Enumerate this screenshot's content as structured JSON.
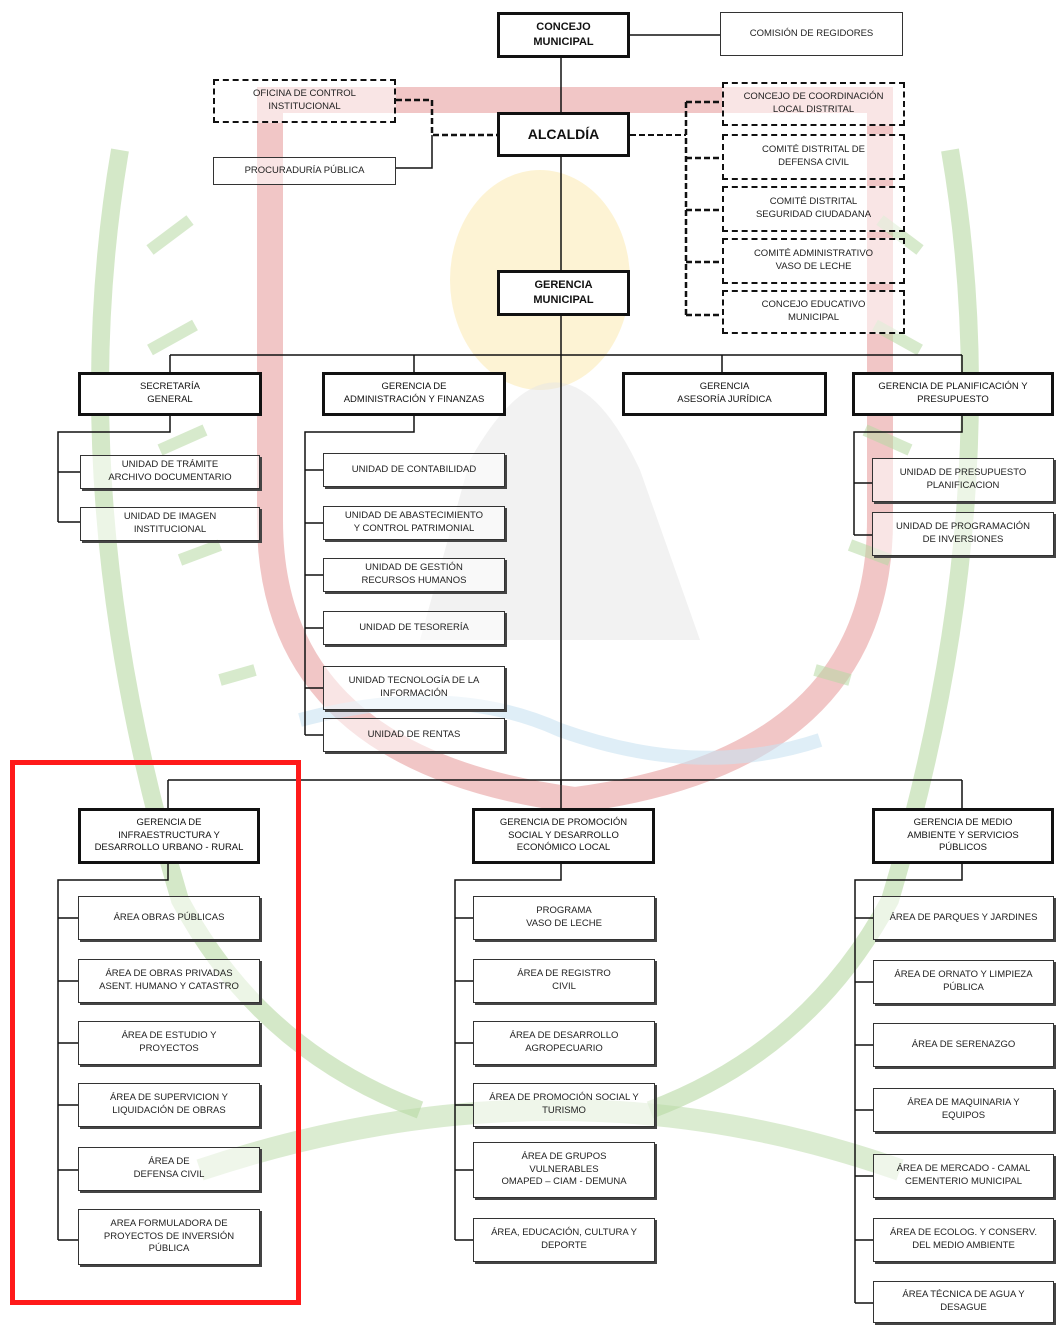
{
  "org_chart": {
    "top": {
      "concejo": "CONCEJO\nMUNICIPAL",
      "comision": "COMISIÓN DE REGIDORES",
      "control": "OFICINA DE CONTROL\nINSTITUCIONAL",
      "procuraduria": "PROCURADURÍA PÚBLICA",
      "alcaldia": "ALCALDÍA",
      "coordinacion": "CONCEJO DE COORDINACIÓN\nLOCAL DISTRITAL",
      "defensa": "COMITÉ DISTRITAL DE\nDEFENSA CIVIL",
      "seguridad": "COMITÉ DISTRITAL\nSEGURIDAD CIUDADANA",
      "vaso": "COMITÉ ADMINISTRATIVO\nVASO DE LECHE",
      "educativo": "CONCEJO EDUCATIVO\nMUNICIPAL",
      "gerencia_municipal": "GERENCIA\nMUNICIPAL"
    },
    "second_level": {
      "secretaria": "SECRETARÍA\nGENERAL",
      "admin": "GERENCIA DE\nADMINISTRACIÓN Y FINANZAS",
      "asesoria": "GERENCIA\nASESORÍA JURÍDICA",
      "planificacion": "GERENCIA DE PLANIFICACIÓN Y\nPRESUPUESTO"
    },
    "secretaria_units": [
      "UNIDAD DE TRÁMITE\nARCHIVO DOCUMENTARIO",
      "UNIDAD DE IMAGEN\nINSTITUCIONAL"
    ],
    "admin_units": [
      "UNIDAD DE CONTABILIDAD",
      "UNIDAD DE ABASTECIMIENTO\nY CONTROL PATRIMONIAL",
      "UNIDAD DE GESTIÓN\nRECURSOS HUMANOS",
      "UNIDAD DE TESORERÍA",
      "UNIDAD TECNOLOGÍA DE LA\nINFORMACIÓN",
      "UNIDAD DE RENTAS"
    ],
    "planificacion_units": [
      "UNIDAD DE PRESUPUESTO\nPLANIFICACION",
      "UNIDAD DE PROGRAMACIÓN\nDE INVERSIONES"
    ],
    "third_level": {
      "infra": "GERENCIA DE\nINFRAESTRUCTURA Y\nDESARROLLO URBANO - RURAL",
      "promocion": "GERENCIA DE PROMOCIÓN\nSOCIAL Y DESARROLLO\nECONÓMICO LOCAL",
      "medio": "GERENCIA DE MEDIO\nAMBIENTE Y SERVICIOS\nPÚBLICOS"
    },
    "infra_areas": [
      "ÁREA OBRAS PÚBLICAS",
      "ÁREA DE OBRAS PRIVADAS\nASENT. HUMANO Y CATASTRO",
      "ÁREA DE ESTUDIO Y\nPROYECTOS",
      "ÁREA DE SUPERVICION Y\nLIQUIDACIÓN DE OBRAS",
      "ÁREA DE\nDEFENSA CIVIL",
      "AREA FORMULADORA DE\nPROYECTOS DE INVERSIÓN\nPÚBLICA"
    ],
    "promocion_areas": [
      "PROGRAMA\nVASO DE LECHE",
      "ÁREA DE REGISTRO\nCIVIL",
      "ÁREA DE DESARROLLO\nAGROPECUARIO",
      "ÁREA DE PROMOCIÓN SOCIAL Y\nTURISMO",
      "ÁREA DE GRUPOS\nVULNERABLES\nOMAPED – CIAM - DEMUNA",
      "ÁREA, EDUCACIÓN, CULTURA Y\nDEPORTE"
    ],
    "medio_areas": [
      "ÁREA DE PARQUES Y JARDINES",
      "ÁREA DE ORNATO Y LIMPIEZA\nPÚBLICA",
      "ÁREA DE SERENAZGO",
      "ÁREA DE MAQUINARIA Y\nEQUIPOS",
      "ÁREA DE MERCADO - CAMAL\nCEMENTERIO MUNICIPAL",
      "ÁREA DE ECOLOG. Y CONSERV.\nDEL MEDIO AMBIENTE",
      "ÁREA TÉCNICA DE AGUA Y\nDESAGUE"
    ]
  },
  "colors": {
    "line": "#111111",
    "highlight": "#ff1a1a",
    "watermark_red": "#e8a0a0",
    "watermark_green": "#b7d9a4",
    "watermark_yellow": "#fbeab0"
  }
}
